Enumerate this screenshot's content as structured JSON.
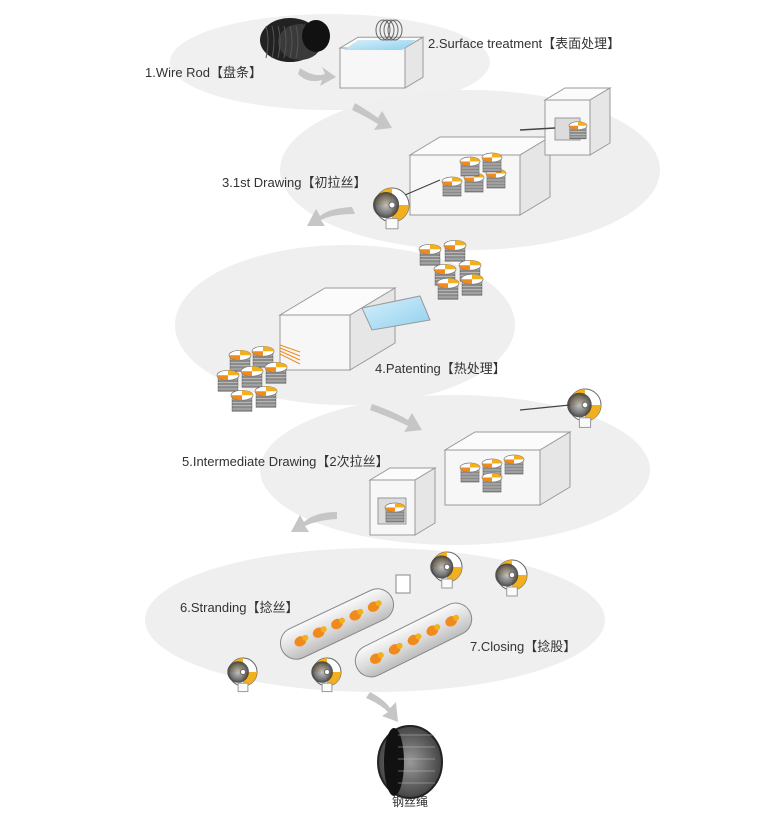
{
  "steps": [
    {
      "id": "wire-rod",
      "label": "1.Wire Rod【盘条】"
    },
    {
      "id": "surface-treatment",
      "label": "2.Surface treatment【表面处理】"
    },
    {
      "id": "first-drawing",
      "label": "3.1st Drawing【初拉丝】"
    },
    {
      "id": "patenting",
      "label": "4.Patenting【热处理】"
    },
    {
      "id": "intermediate-drawing",
      "label": "5.Intermediate Drawing【2次拉丝】"
    },
    {
      "id": "stranding",
      "label": "6.Stranding【捻丝】"
    },
    {
      "id": "closing",
      "label": "7.Closing【捻股】"
    }
  ],
  "product": {
    "label": "钢丝绳"
  },
  "colors": {
    "background_ellipse": "#eeeeee",
    "machine_body": "#f7f7f7",
    "machine_outline": "#9a9a9a",
    "spool_yellow": "#f2b01e",
    "spool_orange": "#f08a1c",
    "water": "#bfe3f5",
    "arrow": "#c8c8c8",
    "coil_black": "#222222"
  }
}
